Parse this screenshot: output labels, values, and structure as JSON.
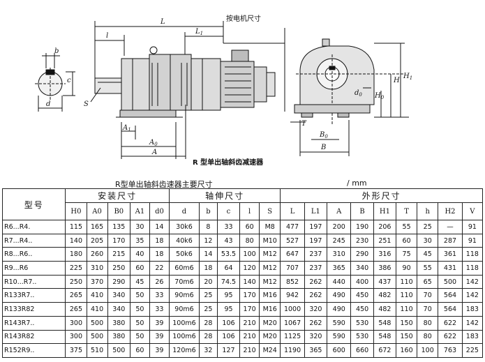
{
  "drawing": {
    "labels": {
      "L": "L",
      "l": "l",
      "L1": "L",
      "L1_sub": "1",
      "motor_size": "按电机尺寸",
      "b": "b",
      "c": "c",
      "d": "d",
      "S": "S",
      "A1": "A",
      "A1_sub": "1",
      "A0": "A",
      "A0_sub": "0",
      "A": "A",
      "H": "H",
      "H1": "H",
      "H1_sub": "1",
      "H0": "H",
      "H0_sub": "0",
      "d0": "d",
      "d0_sub": "0",
      "T": "T",
      "B0": "B",
      "B0_sub": "0",
      "B": "B"
    },
    "caption": "R 型单出轴斜齿减速器"
  },
  "table": {
    "title": "R型单出轴斜齿速器主要尺寸",
    "unit": "/ mm",
    "model_header": "型号",
    "groups": [
      "安装尺寸",
      "轴伸尺寸",
      "外形尺寸"
    ],
    "subheaders": [
      "H0",
      "A0",
      "B0",
      "A1",
      "d0",
      "d",
      "b",
      "c",
      "l",
      "S",
      "L",
      "L1",
      "A",
      "B",
      "H1",
      "T",
      "h",
      "H2",
      "V"
    ],
    "rows": [
      [
        "R6...R4.",
        "115",
        "165",
        "135",
        "30",
        "14",
        "30k6",
        "8",
        "33",
        "60",
        "M8",
        "477",
        "197",
        "200",
        "190",
        "206",
        "55",
        "25",
        "—",
        "91"
      ],
      [
        "R7...R4..",
        "140",
        "205",
        "170",
        "35",
        "18",
        "40k6",
        "12",
        "43",
        "80",
        "M10",
        "527",
        "197",
        "245",
        "230",
        "251",
        "60",
        "30",
        "287",
        "91"
      ],
      [
        "R8...R6..",
        "180",
        "260",
        "215",
        "40",
        "18",
        "50k6",
        "14",
        "53.5",
        "100",
        "M12",
        "647",
        "237",
        "310",
        "290",
        "316",
        "75",
        "45",
        "361",
        "118"
      ],
      [
        "R9...R6",
        "225",
        "310",
        "250",
        "60",
        "22",
        "60m6",
        "18",
        "64",
        "120",
        "M12",
        "707",
        "237",
        "365",
        "340",
        "386",
        "90",
        "55",
        "431",
        "118"
      ],
      [
        "R10...R7..",
        "250",
        "370",
        "290",
        "45",
        "26",
        "70m6",
        "20",
        "74.5",
        "140",
        "M12",
        "852",
        "262",
        "440",
        "400",
        "437",
        "110",
        "65",
        "500",
        "142"
      ],
      [
        "R133R7..",
        "265",
        "410",
        "340",
        "50",
        "33",
        "90m6",
        "25",
        "95",
        "170",
        "M16",
        "942",
        "262",
        "490",
        "450",
        "482",
        "110",
        "70",
        "564",
        "142"
      ],
      [
        "R133R82",
        "265",
        "410",
        "340",
        "50",
        "33",
        "90m6",
        "25",
        "95",
        "170",
        "M16",
        "1000",
        "320",
        "490",
        "450",
        "482",
        "110",
        "70",
        "564",
        "183"
      ],
      [
        "R143R7..",
        "300",
        "500",
        "380",
        "50",
        "39",
        "100m6",
        "28",
        "106",
        "210",
        "M20",
        "1067",
        "262",
        "590",
        "530",
        "548",
        "150",
        "80",
        "622",
        "142"
      ],
      [
        "R143R82",
        "300",
        "500",
        "380",
        "50",
        "39",
        "100m6",
        "28",
        "106",
        "210",
        "M20",
        "1125",
        "320",
        "590",
        "530",
        "548",
        "150",
        "80",
        "622",
        "183"
      ],
      [
        "R152R9..",
        "375",
        "510",
        "500",
        "60",
        "39",
        "120m6",
        "32",
        "127",
        "210",
        "M24",
        "1190",
        "365",
        "600",
        "660",
        "672",
        "160",
        "100",
        "763",
        "225"
      ]
    ]
  }
}
